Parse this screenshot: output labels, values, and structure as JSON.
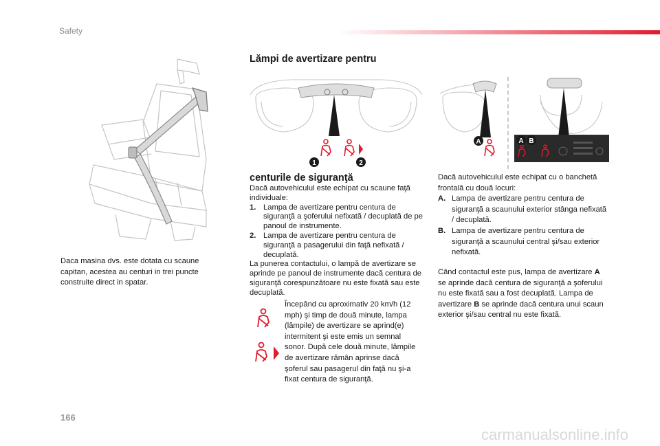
{
  "header": {
    "section": "Safety",
    "accent": "#e3192e"
  },
  "title": "Lămpi de avertizare pentru",
  "subtitle": "centurile de siguranţă",
  "seat_caption": "Daca masina dvs. este dotata cu scaune capitan, acestea au centuri in trei puncte construite direct in spatar.",
  "left_col": {
    "intro": "Dacă autovehiculul este echipat cu scaune faţă individuale:",
    "items": [
      {
        "num": "1.",
        "text": "Lampa de avertizare pentru centura de siguranţă a şoferului nefixată / decuplată de pe panoul de instrumente."
      },
      {
        "num": "2.",
        "text": "Lampa de avertizare pentru centura de siguranţă a pasagerului din faţă nefixată / decuplată."
      }
    ],
    "contact": "La punerea contactului, o lampă de avertizare se aprinde pe panoul de instrumente dacă centura de siguranţă corespunzătoare nu este fixată sau este decuplată.",
    "speed": "Începând cu aproximativ 20 km/h (12 mph) şi timp de două minute, lampa (lămpile) de avertizare se aprind(e) intermitent şi este emis un semnal sonor. După cele două minute, lămpile de avertizare rămân aprinse dacă şoferul sau pasagerul din faţă nu şi-a fixat centura de siguranţă."
  },
  "right_col": {
    "intro": "Dacă autovehiculul este echipat cu o banchetă frontală cu două locuri:",
    "items": [
      {
        "num": "A.",
        "text": "Lampa de avertizare pentru centura de siguranţă a scaunului exterior stânga nefixată / decuplată."
      },
      {
        "num": "B.",
        "text": "Lampa de avertizare pentru centura de siguranţă a scaunului central şi/sau exterior nefixată."
      }
    ],
    "contact_parts": {
      "p1": "Când contactul este pus, lampa de avertizare ",
      "a": "A",
      "p2": " se aprinde dacă centura de siguranţă a şoferului nu este fixată sau a fost decuplată. Lampa de avertizare ",
      "b": "B",
      "p3": " se aprinde dacă centura unui scaun exterior şi/sau central nu este fixată."
    }
  },
  "labels": {
    "one": "1",
    "two": "2",
    "a": "A",
    "b": "B"
  },
  "page_number": "166",
  "watermark": "carmanualsonline.info",
  "colors": {
    "warning_red": "#e3192e",
    "badge": "#1a1a1a"
  }
}
